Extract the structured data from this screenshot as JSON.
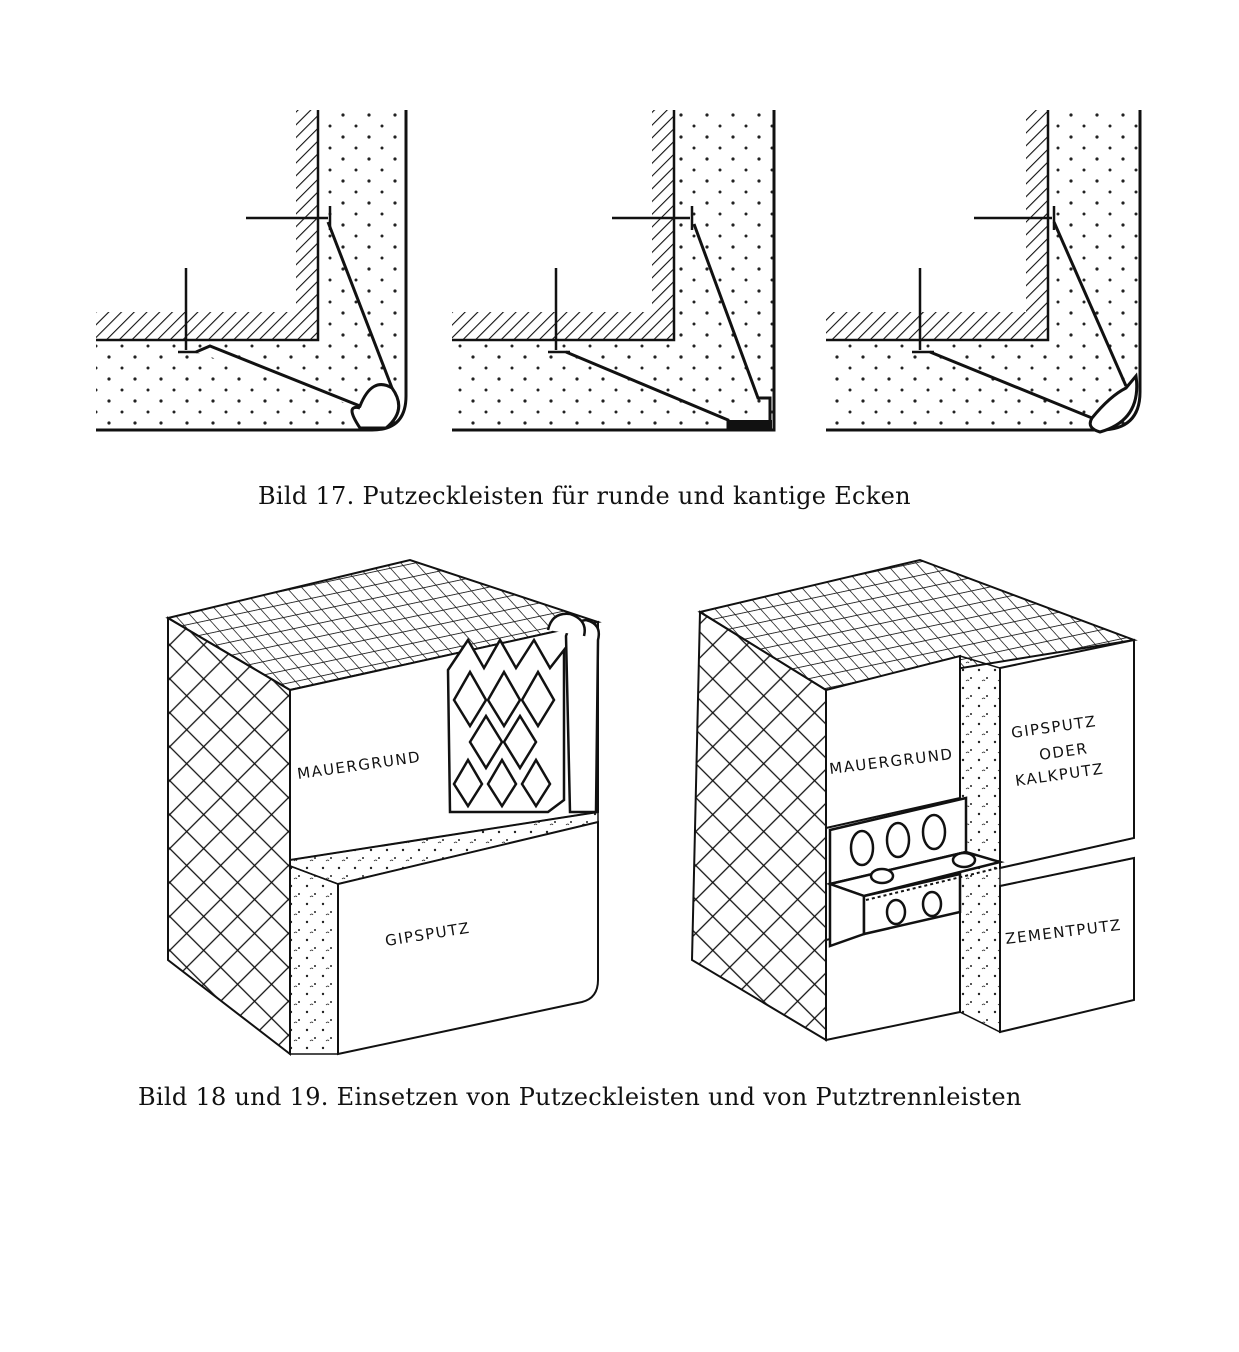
{
  "figure17": {
    "caption": "Bild 17. Putzeckleisten für runde und kantige Ecken"
  },
  "figure18_19": {
    "caption": "Bild 18 und 19. Einsetzen von Putzeckleisten und von Putztrennleisten",
    "left": {
      "label_wall": "MAUERGRUND",
      "label_plaster": "GIPSPUTZ"
    },
    "right": {
      "label_wall": "MAUERGRUND",
      "label_plaster_1": "GIPSPUTZ",
      "label_plaster_2": "ODER",
      "label_plaster_3": "KALKPUTZ",
      "label_cement": "ZEMENTPUTZ"
    }
  }
}
